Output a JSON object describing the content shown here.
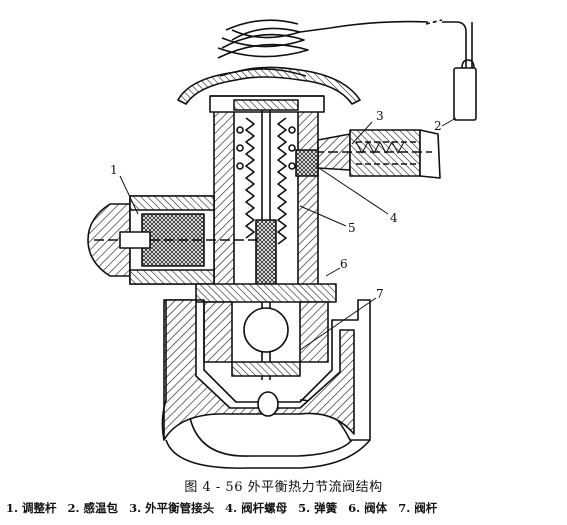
{
  "figure": {
    "caption": "图 4 - 56   外平衡热力节流阀结构",
    "legend": [
      "1. 调整杆",
      "2. 感温包",
      "3. 外平衡管接头",
      "4. 阀杆螺母",
      "5. 弹簧",
      "6. 阀体",
      "7. 阀杆"
    ],
    "part_numbers": [
      "1",
      "2",
      "3",
      "4",
      "5",
      "6",
      "7"
    ]
  }
}
